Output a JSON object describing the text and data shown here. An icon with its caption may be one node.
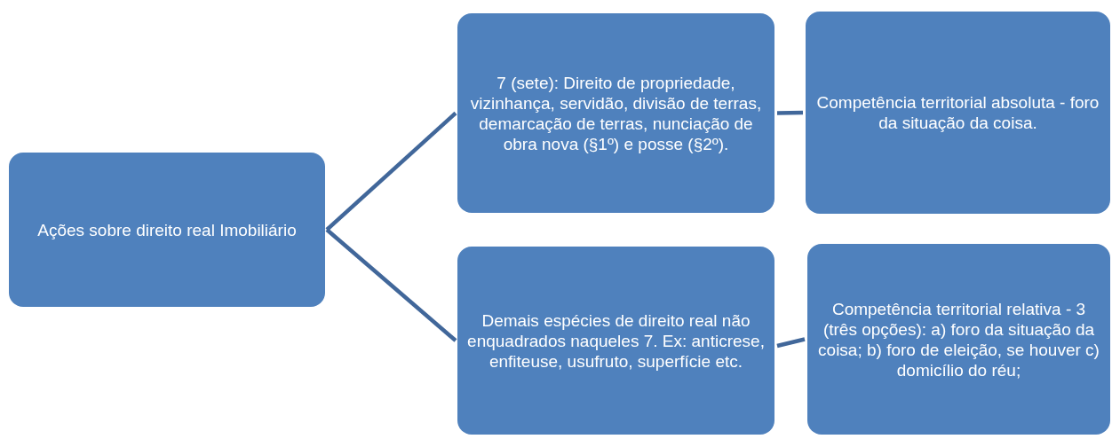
{
  "diagram": {
    "nodes": [
      {
        "text": [
          "Ações sobre direito real Imobiliário"
        ]
      },
      {
        "text": [
          "7 (sete): Direito de propriedade, vizinhança, servidão, divisão de terras, demarcação de terras, nunciação de obra nova (§1º) e posse (§2º)."
        ]
      },
      {
        "text": [
          "Demais espécies de direito real não enquadrados naqueles 7. Ex: anticrese, enfiteuse, usufruto, superfície etc."
        ]
      },
      {
        "text": [
          "Competência territorial absoluta - foro da situação da coisa."
        ]
      },
      {
        "text": [
          "Competência territorial relativa - 3 (três opções): a) foro da situação da coisa; b) foro de eleição, se houver c) domicílio do réu;"
        ]
      }
    ],
    "edges": [
      {
        "from": 0,
        "to": 1,
        "arrow": "none"
      },
      {
        "from": 0,
        "to": 2,
        "arrow": "none"
      },
      {
        "from": 1,
        "to": 3,
        "arrow": "none"
      },
      {
        "from": 2,
        "to": 4,
        "arrow": "none"
      }
    ]
  }
}
